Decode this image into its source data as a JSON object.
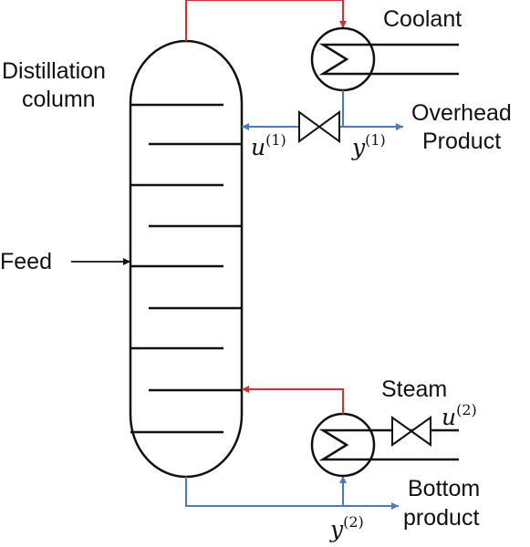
{
  "labels": {
    "column_line1": "Distillation",
    "column_line2": "column",
    "feed": "Feed",
    "coolant": "Coolant",
    "overhead_line1": "Overhead",
    "overhead_line2": "Product",
    "steam": "Steam",
    "bottom_line1": "Bottom",
    "bottom_line2": "product"
  },
  "variables": {
    "u1_symbol": "u",
    "u1_index": "(1)",
    "y1_symbol": "y",
    "y1_index": "(1)",
    "u2_symbol": "u",
    "u2_index": "(2)",
    "y2_symbol": "y",
    "y2_index": "(2)"
  },
  "colors": {
    "reflux_line": "#cc3333",
    "product_line": "#4a7ab8",
    "outline": "#111111"
  }
}
